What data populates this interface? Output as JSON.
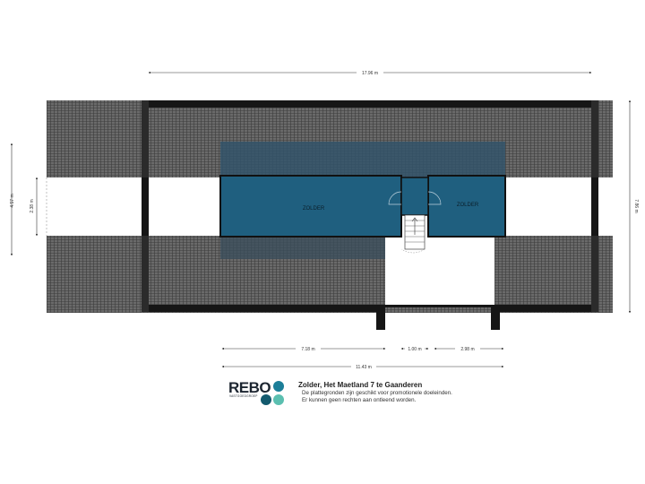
{
  "dimensions": {
    "total_width": "17.96 m",
    "left_height": "4.57 m",
    "left_inner_height": "2.38 m",
    "right_height": "7.86 m",
    "bottom_segment_1": "7.18 m",
    "bottom_segment_2": "1.00 m",
    "bottom_segment_3": "2.98 m",
    "bottom_total": "11.43 m"
  },
  "rooms": {
    "left": "ZOLDER",
    "right": "ZOLDER"
  },
  "logo": {
    "word": "REBO",
    "tagline": "VASTGOEDGROEP"
  },
  "caption": {
    "title": "Zolder, Het Maetland 7 te Gaanderen",
    "line1": "De plattegronden zijn geschikt voor promotionele doeleinden.",
    "line2": "Er kunnen geen rechten aan ontleend worden."
  },
  "colors": {
    "roof": "#636363",
    "roof_tile": "#4a4a4a",
    "room_fill": "#1f5f7f",
    "wall": "#141414",
    "logo_dot_dark": "#135a6e",
    "logo_dot_blue": "#1c7e98",
    "logo_dot_teal": "#5bbfb0"
  }
}
